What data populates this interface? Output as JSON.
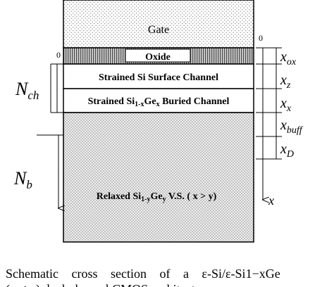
{
  "layers": {
    "gate": "Gate",
    "oxide": "Oxide",
    "surface_channel": "Strained Si Surface Channel",
    "buried_channel": {
      "prefix": "Strained Si",
      "sub1": "1-x",
      "mid": "Ge",
      "sub2": "x",
      "suffix": " Buried Channel"
    },
    "substrate": {
      "prefix": "Relaxed Si",
      "sub1": "1-y",
      "mid": "Ge",
      "sub2": "y",
      "suffix": " V.S. ( x > y)"
    }
  },
  "origin_marks": {
    "right": "0",
    "left": "0"
  },
  "thickness_labels": {
    "ox": {
      "base": "x",
      "sub": "ox"
    },
    "z": {
      "base": "x",
      "sub": "z"
    },
    "x": {
      "base": "x",
      "sub": "x"
    },
    "buff": {
      "base": "x",
      "sub": "buff"
    },
    "D": {
      "base": "x",
      "sub": "D"
    }
  },
  "depth_axis": "x",
  "doping": {
    "ch": {
      "base": "N",
      "sub": "ch"
    },
    "b": {
      "base": "N",
      "sub": "b"
    }
  },
  "caption": {
    "line1": "Schematic cross section of a ε-Si/ε-Si1−xGe",
    "line2": "(y < x) dual-channel CMOS architecture."
  },
  "colors": {
    "outline": "#000000",
    "dot_fill": "#8a8a8a",
    "paper": "#ffffff"
  }
}
